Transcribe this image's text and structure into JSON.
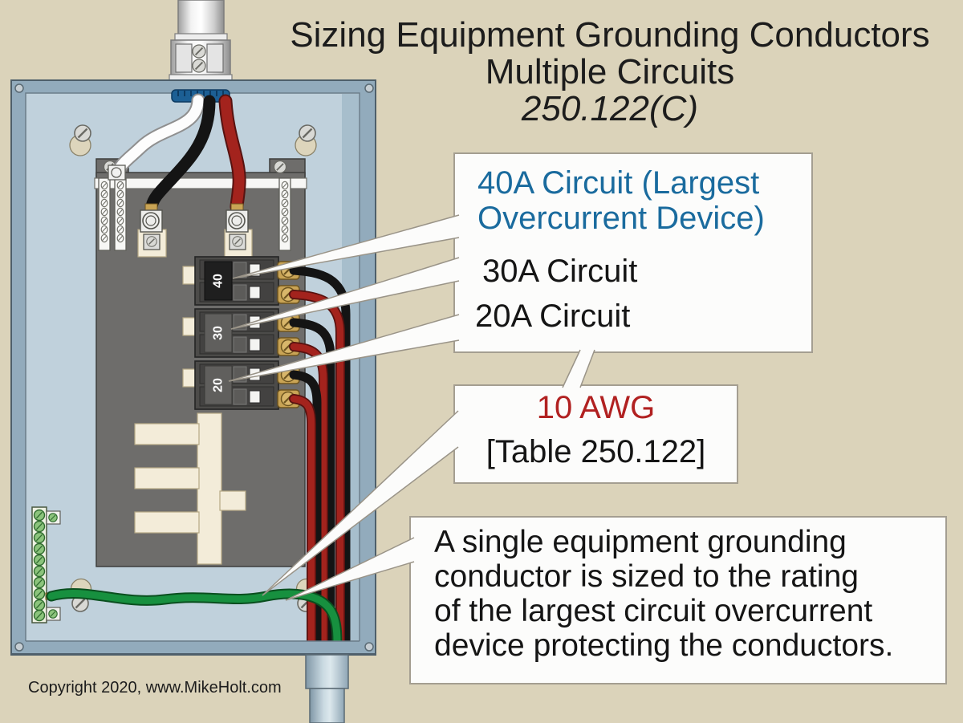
{
  "title": {
    "line1": "Sizing Equipment Grounding Conductors",
    "line2": "Multiple Circuits",
    "line3": "250.122(C)"
  },
  "callout_circuits": {
    "line1": "40A Circuit (Largest",
    "line2": "Overcurrent Device)",
    "item2": "30A Circuit",
    "item3": "20A Circuit",
    "highlight_color": "#1a6b9e"
  },
  "callout_wire": {
    "size": "10 AWG",
    "reference": "[Table 250.122]",
    "size_color": "#b12121"
  },
  "callout_note": {
    "line1": "A single equipment grounding",
    "line2": "conductor is sized to the rating",
    "line3": "of the largest circuit overcurrent",
    "line4": "device protecting the conductors."
  },
  "panel": {
    "breakers": [
      {
        "rating": "40"
      },
      {
        "rating": "30"
      },
      {
        "rating": "20"
      }
    ]
  },
  "footer": {
    "copyright": "Copyright 2020, www.MikeHolt.com"
  },
  "colors": {
    "background": "#dbd3ba",
    "callout_background": "#fcfcfb",
    "callout_border": "#a49e91",
    "panel_frame": "#92abbc",
    "panel_interior": "#c0d1dc",
    "mounting_plate": "#6e6d6b",
    "bus_insulator_cream": "#f3ecd9",
    "wire_black": "#141414",
    "wire_red": "#a3231d",
    "wire_white": "#fdfdfd",
    "wire_green": "#17903f",
    "brass_terminal": "#d4af62",
    "locknut_blue": "#1c5f94"
  }
}
